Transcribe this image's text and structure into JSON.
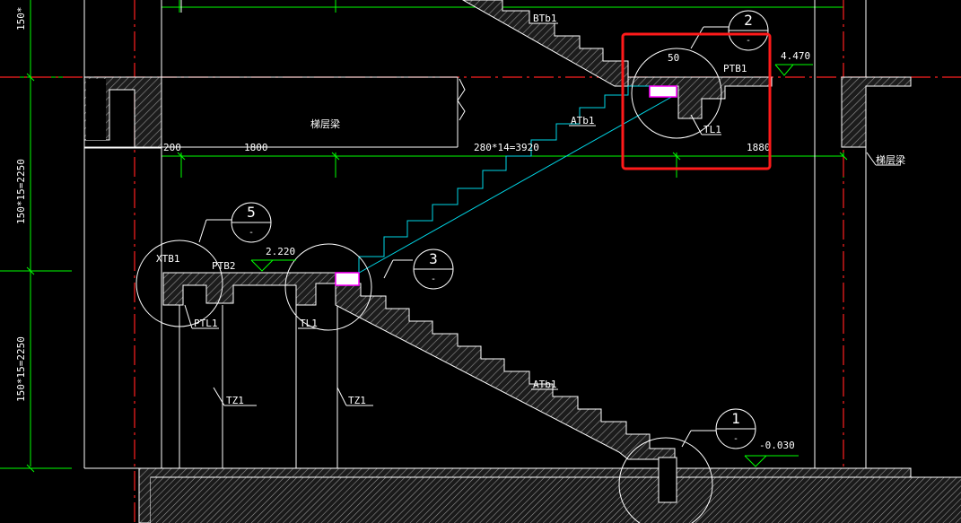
{
  "colors": {
    "background": "#000000",
    "line": "#ffffff",
    "dimension": "#00ff00",
    "axis": "#ff2020",
    "hatch": "#9a9a9a",
    "cyan": "#00d8e8",
    "magenta": "#ff00ff",
    "highlight_box": "#ff1a1a",
    "label": "#ffffff"
  },
  "beams": {
    "upper": "梯层梁",
    "right": "梯层梁"
  },
  "dimensions": {
    "seg_a": "200",
    "seg_b": "1800",
    "run": "280*14=3920",
    "seg_c": "1880",
    "gap": "50",
    "vertical_top": "150*15=2250",
    "vertical_bottom": "150*15=2250",
    "vertical_cut": "150*"
  },
  "elevations": {
    "top": "4.470",
    "mid": "2.220",
    "bottom": "-0.030"
  },
  "members": {
    "btb1": "BTb1",
    "atb1_upper": "ATb1",
    "atb1_lower": "ATb1",
    "ptb1": "PTB1",
    "ptb2": "PTB2",
    "xtb1": "XTB1",
    "tl1_top": "TL1",
    "tl1_mid": "TL1",
    "ptl1": "PTL1",
    "tz1_left": "TZ1",
    "tz1_right": "TZ1"
  },
  "detail_markers": [
    {
      "id": "marker-1",
      "number": "1",
      "sub": "-"
    },
    {
      "id": "marker-2",
      "number": "2",
      "sub": "-"
    },
    {
      "id": "marker-3",
      "number": "3",
      "sub": "-"
    },
    {
      "id": "marker-5",
      "number": "5",
      "sub": "-"
    }
  ]
}
